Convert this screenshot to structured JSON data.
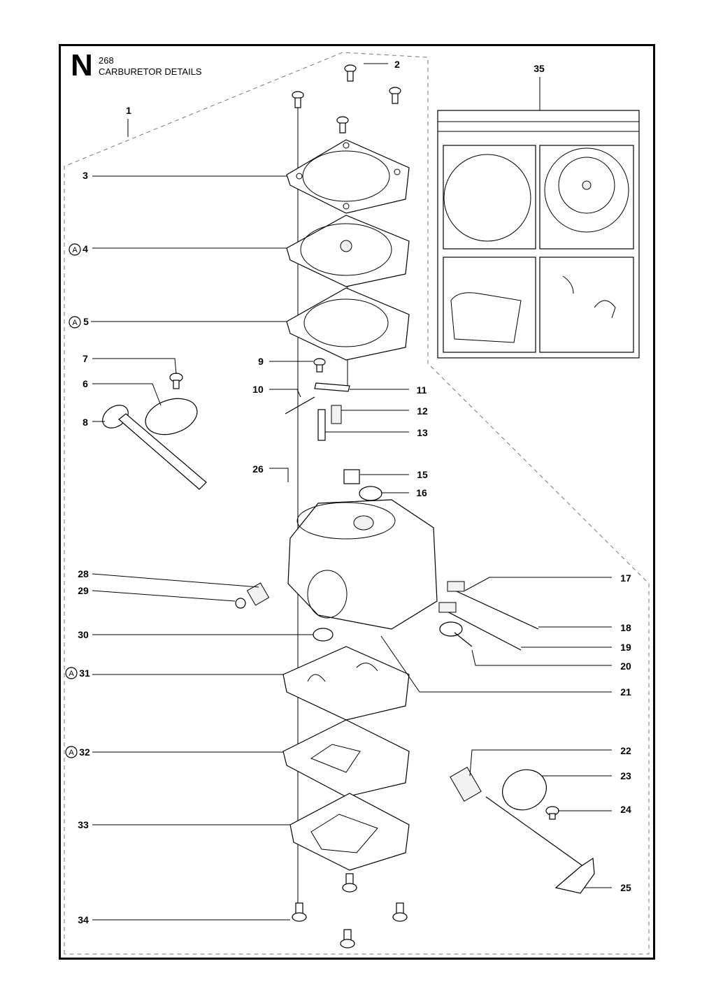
{
  "header": {
    "section_letter": "N",
    "model": "268",
    "title": "CARBURETOR DETAILS"
  },
  "kit_marker": "A",
  "callouts": [
    {
      "id": "c1",
      "label": "1"
    },
    {
      "id": "c2",
      "label": "2"
    },
    {
      "id": "c3",
      "label": "3"
    },
    {
      "id": "c4",
      "label": "4",
      "kit": true
    },
    {
      "id": "c5",
      "label": "5",
      "kit": true
    },
    {
      "id": "c6",
      "label": "6"
    },
    {
      "id": "c7",
      "label": "7"
    },
    {
      "id": "c8",
      "label": "8"
    },
    {
      "id": "c9",
      "label": "9"
    },
    {
      "id": "c10",
      "label": "10"
    },
    {
      "id": "c11",
      "label": "11"
    },
    {
      "id": "c12",
      "label": "12"
    },
    {
      "id": "c13",
      "label": "13"
    },
    {
      "id": "c15",
      "label": "15"
    },
    {
      "id": "c16",
      "label": "16"
    },
    {
      "id": "c17",
      "label": "17"
    },
    {
      "id": "c18",
      "label": "18"
    },
    {
      "id": "c19",
      "label": "19"
    },
    {
      "id": "c20",
      "label": "20"
    },
    {
      "id": "c21",
      "label": "21"
    },
    {
      "id": "c22",
      "label": "22"
    },
    {
      "id": "c23",
      "label": "23"
    },
    {
      "id": "c24",
      "label": "24"
    },
    {
      "id": "c25",
      "label": "25"
    },
    {
      "id": "c26",
      "label": "26"
    },
    {
      "id": "c28",
      "label": "28"
    },
    {
      "id": "c29",
      "label": "29"
    },
    {
      "id": "c30",
      "label": "30"
    },
    {
      "id": "c31",
      "label": "31",
      "kit": true
    },
    {
      "id": "c32",
      "label": "32",
      "kit": true
    },
    {
      "id": "c33",
      "label": "33"
    },
    {
      "id": "c34",
      "label": "34"
    },
    {
      "id": "c35",
      "label": "35"
    }
  ]
}
